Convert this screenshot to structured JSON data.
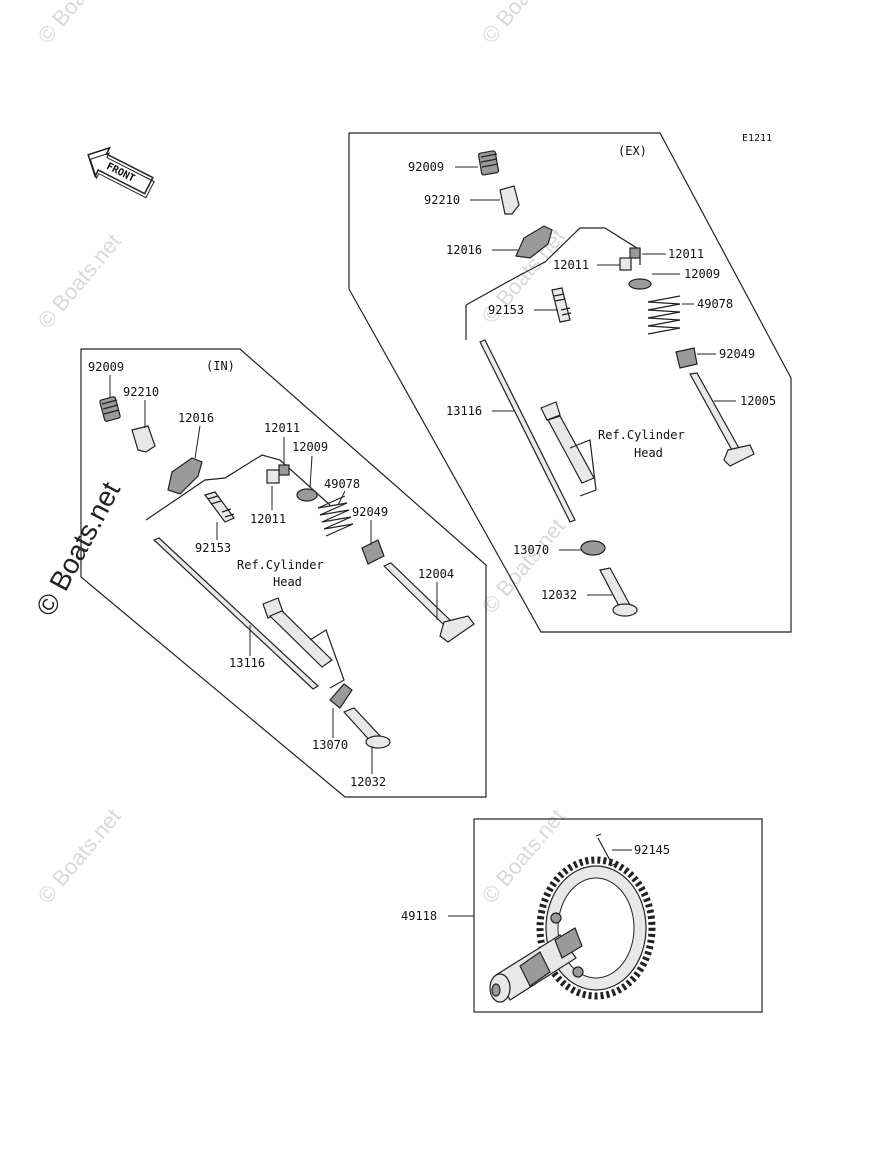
{
  "diagram_code": "E1211",
  "front_label": "FRONT",
  "watermark": "© Boats.net",
  "sections": {
    "exhaust": {
      "label": "(EX)",
      "ref_text_line1": "Ref.Cylinder",
      "ref_text_line2": "Head",
      "parts": [
        {
          "number": "92009"
        },
        {
          "number": "92210"
        },
        {
          "number": "12016"
        },
        {
          "number": "12011"
        },
        {
          "number": "12011"
        },
        {
          "number": "12009"
        },
        {
          "number": "49078"
        },
        {
          "number": "92153"
        },
        {
          "number": "92049"
        },
        {
          "number": "12005"
        },
        {
          "number": "13116"
        },
        {
          "number": "13070"
        },
        {
          "number": "12032"
        }
      ]
    },
    "intake": {
      "label": "(IN)",
      "ref_text_line1": "Ref.Cylinder",
      "ref_text_line2": "Head",
      "parts": [
        {
          "number": "92009"
        },
        {
          "number": "92210"
        },
        {
          "number": "12016"
        },
        {
          "number": "12011"
        },
        {
          "number": "12009"
        },
        {
          "number": "49078"
        },
        {
          "number": "12011"
        },
        {
          "number": "92049"
        },
        {
          "number": "92153"
        },
        {
          "number": "12004"
        },
        {
          "number": "13116"
        },
        {
          "number": "13070"
        },
        {
          "number": "12032"
        }
      ]
    },
    "camshaft": {
      "parts": [
        {
          "number": "92145"
        },
        {
          "number": "49118"
        }
      ]
    }
  }
}
